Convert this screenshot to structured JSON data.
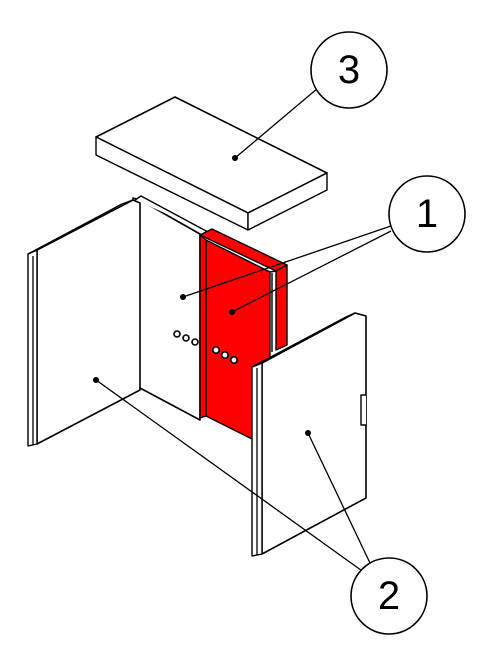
{
  "diagram": {
    "highlight_color": "#ff0000",
    "callouts": [
      {
        "id": "1",
        "label": "1"
      },
      {
        "id": "2",
        "label": "2"
      },
      {
        "id": "3",
        "label": "3"
      }
    ]
  }
}
